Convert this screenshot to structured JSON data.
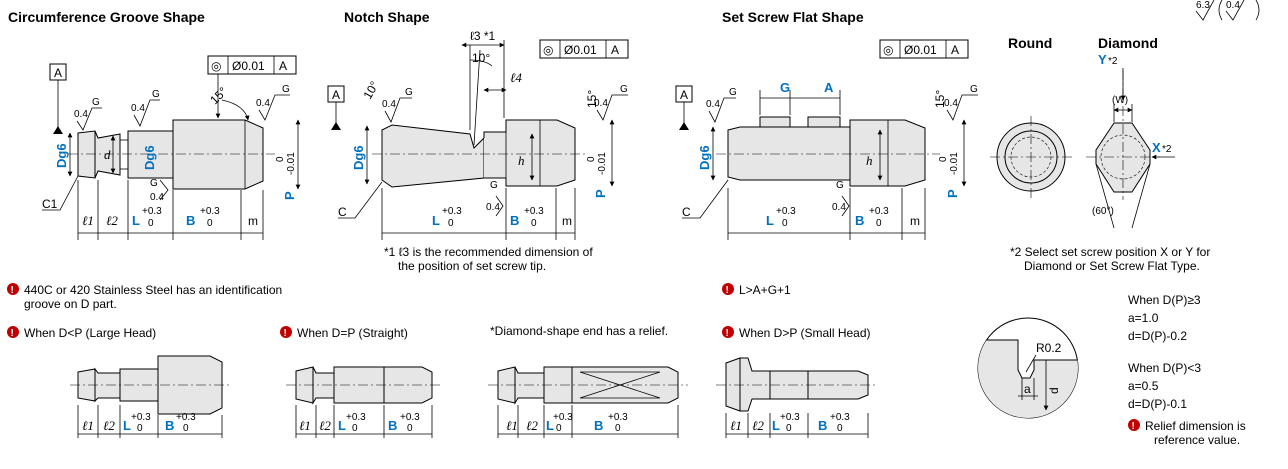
{
  "titles": {
    "circumference": "Circumference Groove Shape",
    "notch": "Notch Shape",
    "setscrew": "Set Screw Flat Shape",
    "round": "Round",
    "diamond": "Diamond"
  },
  "datum": "A",
  "tolerance": {
    "symbol": "◎",
    "value": "Ø0.01",
    "datum": "A"
  },
  "labels": {
    "dg6": "Dg6",
    "d": "d",
    "h": "h",
    "p_tol_upper": "0",
    "p_tol_lower": "-0.01",
    "p": "P",
    "g": "G",
    "a": "A",
    "c1": "C1",
    "c": "C",
    "l": "L",
    "b": "B",
    "m": "m",
    "l1": "ℓ1",
    "l2": "ℓ2",
    "l3": "ℓ3 *1",
    "l4": "ℓ4",
    "tol_plus": "+0.3",
    "tol_zero": "0",
    "finish": "0.4",
    "finish_63": "6.3",
    "angle15": "15°",
    "angle10": "10°",
    "angle60": "(60°)",
    "w": "(W)",
    "x": "X",
    "y": "Y",
    "star2": "*2",
    "r02": "R0.2",
    "a_small": "a"
  },
  "notes": {
    "note1_line1": "*1 ℓ3 is the recommended dimension of",
    "note1_line2": "the position of set screw tip.",
    "note2_line1": "*2 Select set screw position X or Y for",
    "note2_line2": "Diamond or Set Screw Flat Type.",
    "stainless_line1": "440C or 420 Stainless Steel has an identification",
    "stainless_line2": "groove on D part.",
    "large_head": "When D<P (Large Head)",
    "straight": "When D=P (Straight)",
    "diamond_relief": "*Diamond-shape end has a relief.",
    "small_head": "When D>P (Small Head)",
    "lagh": "L>A+G+1",
    "cond1": "When D(P)≥3",
    "cond1_a": "a=1.0",
    "cond1_d": "d=D(P)-0.2",
    "cond2": "When D(P)<3",
    "cond2_a": "a=0.5",
    "cond2_d": "d=D(P)-0.1",
    "relief_line1": "Relief dimension is",
    "relief_line2": "reference value."
  },
  "colors": {
    "accent": "#0070c0",
    "warning": "#c00000",
    "part_fill": "#e6e6e6"
  }
}
